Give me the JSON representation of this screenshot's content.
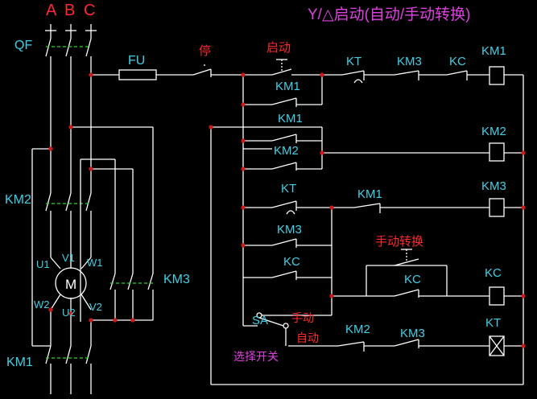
{
  "title": "Y/△启动(自动/手动转换)",
  "phases": [
    "A",
    "B",
    "C"
  ],
  "labels": {
    "qf": "QF",
    "fu": "FU",
    "stop": "停",
    "start": "启动",
    "km1": "KM1",
    "km2": "KM2",
    "km3": "KM3",
    "kt": "KT",
    "kc": "KC",
    "sa": "SA",
    "manual": "手动",
    "auto": "自动",
    "selector": "选择开关",
    "manual_switch": "手动转换",
    "motor": "M",
    "u1": "U1",
    "v1": "V1",
    "w1": "W1",
    "u2": "U2",
    "v2": "V2",
    "w2": "W2"
  },
  "colors": {
    "background": "#000000",
    "wire": "#ffffff",
    "device_label": "#3fd0e6",
    "phase_label": "#ff2a2a",
    "title": "#e040e0",
    "mechanical_link": "#22dd22",
    "junction": "#d01818"
  }
}
